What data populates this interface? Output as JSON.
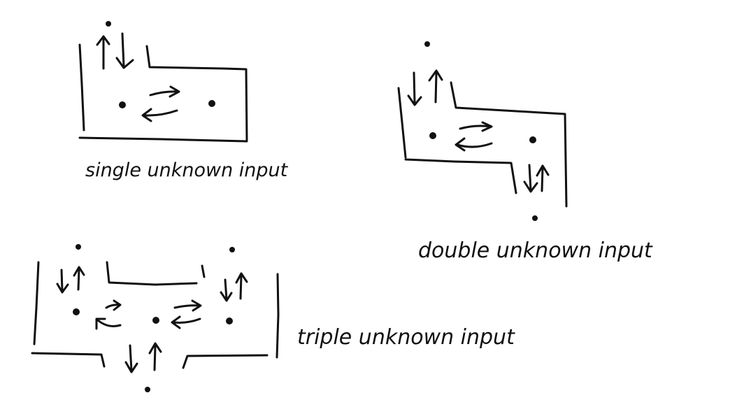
{
  "colors": {
    "ink": "#111111",
    "background": "#ffffff"
  },
  "diagrams": {
    "single": {
      "label": "single unknown input"
    },
    "double": {
      "label": "double unknown input"
    },
    "triple": {
      "label": "triple unknown input"
    }
  }
}
